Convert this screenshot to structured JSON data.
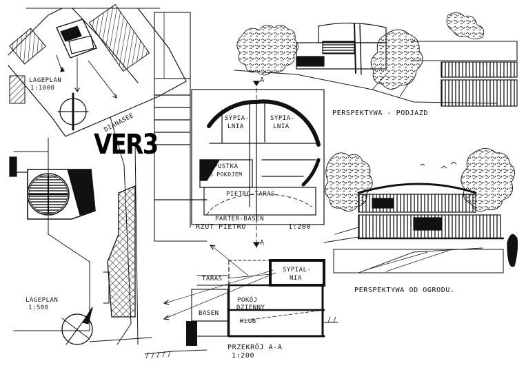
{
  "title": "VER3",
  "site_plan_1000": {
    "label": "LAGEPLAN",
    "scale": "1:1000",
    "street": "DIANASEE"
  },
  "site_plan_500": {
    "label": "LAGEPLAN",
    "scale": "1:500"
  },
  "floor_plan": {
    "caption": "RZUT PIETRO",
    "scale": "1:200",
    "section_mark": "A",
    "rooms": {
      "bedroom_left": [
        "SYPIA-",
        "LNIA"
      ],
      "bedroom_right": [
        "SYPIA-",
        "LNIA"
      ],
      "void": [
        "PUSTKA",
        "NAD POKOJEM"
      ],
      "terrace": "PIETRO-TARAS",
      "ground": "PARTER-BASEN"
    }
  },
  "section": {
    "caption": "PRZEKRÓJ A-A",
    "scale": "1:200",
    "rooms": {
      "terrace": "TARAS",
      "bedroom": [
        "SYPIAL-",
        "NIA"
      ],
      "living": [
        "POKÓJ",
        "DZIENNY"
      ],
      "pool": "BASEN",
      "club": "KLUB"
    }
  },
  "perspectives": {
    "driveway": "PERSPEKTYWA - PODJAZD",
    "garden": "PERSPEKTYWA OD OGRODU."
  },
  "colors": {
    "ink": "#111111",
    "paper": "#ffffff"
  }
}
